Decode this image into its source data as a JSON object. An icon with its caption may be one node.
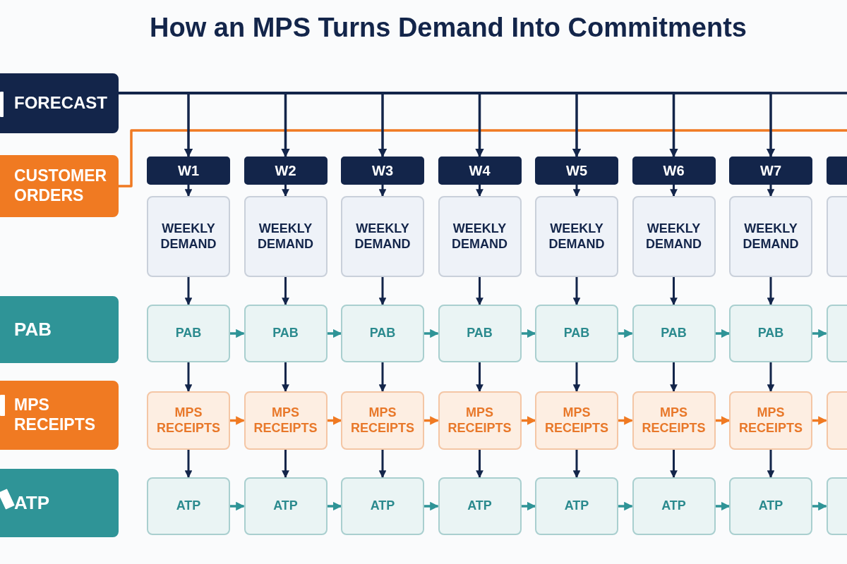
{
  "diagram": {
    "title": "How an MPS Turns Demand Into Commitments",
    "nodes": [
      {
        "text": [
          "FORECAST"
        ]
      },
      {
        "text": [
          "CUSTOMER ORDERS"
        ]
      },
      {
        "text": [
          "PAB"
        ]
      },
      {
        "text": [
          "MPS RECEIPTS"
        ]
      },
      {
        "text": [
          "ATP"
        ]
      },
      {
        "text": [
          "W1"
        ]
      },
      {
        "text": [
          "W2"
        ]
      },
      {
        "text": [
          "W3"
        ]
      },
      {
        "text": [
          "W4"
        ]
      },
      {
        "text": [
          "W5"
        ]
      },
      {
        "text": [
          "W6"
        ]
      },
      {
        "text": [
          "W7"
        ]
      },
      {
        "text": [],
        "shape": "box"
      },
      {
        "text": [
          "WEEKLY DEMAND"
        ]
      },
      {
        "text": [
          "WEEKLY DEMAND"
        ]
      },
      {
        "text": [
          "WEEKLY DEMAND"
        ]
      },
      {
        "text": [
          "WEEKLY DEMAND"
        ]
      },
      {
        "text": [
          "WEEKLY DEMAND"
        ]
      },
      {
        "text": [
          "WEEKLY DEMAND"
        ]
      },
      {
        "text": [
          "WEEKLY DEMAND"
        ]
      },
      {
        "text": [],
        "shape": "box"
      },
      {
        "text": [
          "PAB"
        ]
      },
      {
        "text": [
          "PAB"
        ]
      },
      {
        "text": [
          "PAB"
        ]
      },
      {
        "text": [
          "PAB"
        ]
      },
      {
        "text": [
          "PAB"
        ]
      },
      {
        "text": [
          "PAB"
        ]
      },
      {
        "text": [
          "PAB"
        ]
      },
      {
        "text": [],
        "shape": "box"
      },
      {
        "text": [
          "MPS RECEIPTS"
        ]
      },
      {
        "text": [
          "MPS RECEIPTS"
        ]
      },
      {
        "text": [
          "MPS RECEIPTS"
        ]
      },
      {
        "text": [
          "MPS RECEIPTS"
        ]
      },
      {
        "text": [
          "MPS RECEIPTS"
        ]
      },
      {
        "text": [
          "MPS RECEIPTS"
        ]
      },
      {
        "text": [
          "MPS RECEIPTS"
        ]
      },
      {
        "text": [],
        "shape": "box"
      },
      {
        "text": [
          "ATP"
        ]
      },
      {
        "text": [
          "ATP"
        ]
      },
      {
        "text": [
          "ATP"
        ]
      },
      {
        "text": [
          "ATP"
        ]
      },
      {
        "text": [
          "ATP"
        ]
      },
      {
        "text": [
          "ATP"
        ]
      },
      {
        "text": [
          "ATP"
        ]
      },
      {
        "text": [],
        "shape": "box"
      }
    ],
    "edges": [
      {
        "from": 1,
        "to": null,
        "arrow": "none",
        "color": "#f07a22"
      },
      {
        "from": 0,
        "to": null,
        "arrow": "none"
      },
      {
        "from": 0,
        "to": 5,
        "arrow": "to"
      },
      {
        "from": 0,
        "to": 6,
        "arrow": "to"
      },
      {
        "from": 0,
        "to": 7,
        "arrow": "to"
      },
      {
        "from": 0,
        "to": 8,
        "arrow": "to"
      },
      {
        "from": 0,
        "to": 9,
        "arrow": "to"
      },
      {
        "from": 0,
        "to": 10,
        "arrow": "to"
      },
      {
        "from": 0,
        "to": 11,
        "arrow": "to"
      },
      {
        "from": 5,
        "to": 13,
        "arrow": "to"
      },
      {
        "from": 6,
        "to": 14,
        "arrow": "to"
      },
      {
        "from": 7,
        "to": 15,
        "arrow": "to"
      },
      {
        "from": 8,
        "to": 16,
        "arrow": "to"
      },
      {
        "from": 9,
        "to": 17,
        "arrow": "to"
      },
      {
        "from": 10,
        "to": 18,
        "arrow": "to"
      },
      {
        "from": 11,
        "to": 19,
        "arrow": "to"
      },
      {
        "from": 13,
        "to": 21,
        "arrow": "to"
      },
      {
        "from": 14,
        "to": 22,
        "arrow": "to"
      },
      {
        "from": 15,
        "to": 23,
        "arrow": "to"
      },
      {
        "from": 16,
        "to": 24,
        "arrow": "to"
      },
      {
        "from": 17,
        "to": 25,
        "arrow": "to"
      },
      {
        "from": 18,
        "to": 26,
        "arrow": "to"
      },
      {
        "from": 19,
        "to": 27,
        "arrow": "to"
      },
      {
        "from": 21,
        "to": 29,
        "arrow": "to"
      },
      {
        "from": 22,
        "to": 30,
        "arrow": "to"
      },
      {
        "from": 23,
        "to": 31,
        "arrow": "to"
      },
      {
        "from": 24,
        "to": 32,
        "arrow": "to"
      },
      {
        "from": 25,
        "to": 33,
        "arrow": "to"
      },
      {
        "from": 26,
        "to": 34,
        "arrow": "to"
      },
      {
        "from": 27,
        "to": 35,
        "arrow": "to"
      },
      {
        "from": 29,
        "to": 37,
        "arrow": "to"
      },
      {
        "from": 30,
        "to": 38,
        "arrow": "to"
      },
      {
        "from": 31,
        "to": 39,
        "arrow": "to"
      },
      {
        "from": 32,
        "to": 40,
        "arrow": "to"
      },
      {
        "from": 33,
        "to": 41,
        "arrow": "to"
      },
      {
        "from": 34,
        "to": 42,
        "arrow": "to"
      },
      {
        "from": 35,
        "to": 43,
        "arrow": "to"
      },
      {
        "from": 21,
        "to": 22,
        "arrow": "to",
        "color": "#2f9497"
      },
      {
        "from": 22,
        "to": 23,
        "arrow": "to",
        "color": "#2f9497"
      },
      {
        "from": 23,
        "to": 24,
        "arrow": "to",
        "color": "#2f9497"
      },
      {
        "from": 24,
        "to": 25,
        "arrow": "to",
        "color": "#2f9497"
      },
      {
        "from": 25,
        "to": 26,
        "arrow": "to",
        "color": "#2f9497"
      },
      {
        "from": 26,
        "to": 27,
        "arrow": "to",
        "color": "#2f9497"
      },
      {
        "from": 27,
        "to": 28,
        "arrow": "to",
        "color": "#2f9497"
      },
      {
        "from": 29,
        "to": 30,
        "arrow": "to",
        "color": "#f07a22"
      },
      {
        "from": 30,
        "to": 31,
        "arrow": "to",
        "color": "#f07a22"
      },
      {
        "from": 31,
        "to": 32,
        "arrow": "to",
        "color": "#f07a22"
      },
      {
        "from": 32,
        "to": 33,
        "arrow": "to",
        "color": "#f07a22"
      },
      {
        "from": 33,
        "to": 34,
        "arrow": "to",
        "color": "#f07a22"
      },
      {
        "from": 34,
        "to": 35,
        "arrow": "to",
        "color": "#f07a22"
      },
      {
        "from": 35,
        "to": 36,
        "arrow": "to",
        "color": "#f07a22"
      },
      {
        "from": 37,
        "to": 38,
        "arrow": "to",
        "color": "#2f9497"
      },
      {
        "from": 38,
        "to": 39,
        "arrow": "to",
        "color": "#2f9497"
      },
      {
        "from": 39,
        "to": 40,
        "arrow": "to",
        "color": "#2f9497"
      },
      {
        "from": 40,
        "to": 41,
        "arrow": "to",
        "color": "#2f9497"
      },
      {
        "from": 41,
        "to": 42,
        "arrow": "to",
        "color": "#2f9497"
      },
      {
        "from": 42,
        "to": 43,
        "arrow": "to",
        "color": "#2f9497"
      },
      {
        "from": 43,
        "to": 44,
        "arrow": "to",
        "color": "#2f9497"
      }
    ]
  }
}
